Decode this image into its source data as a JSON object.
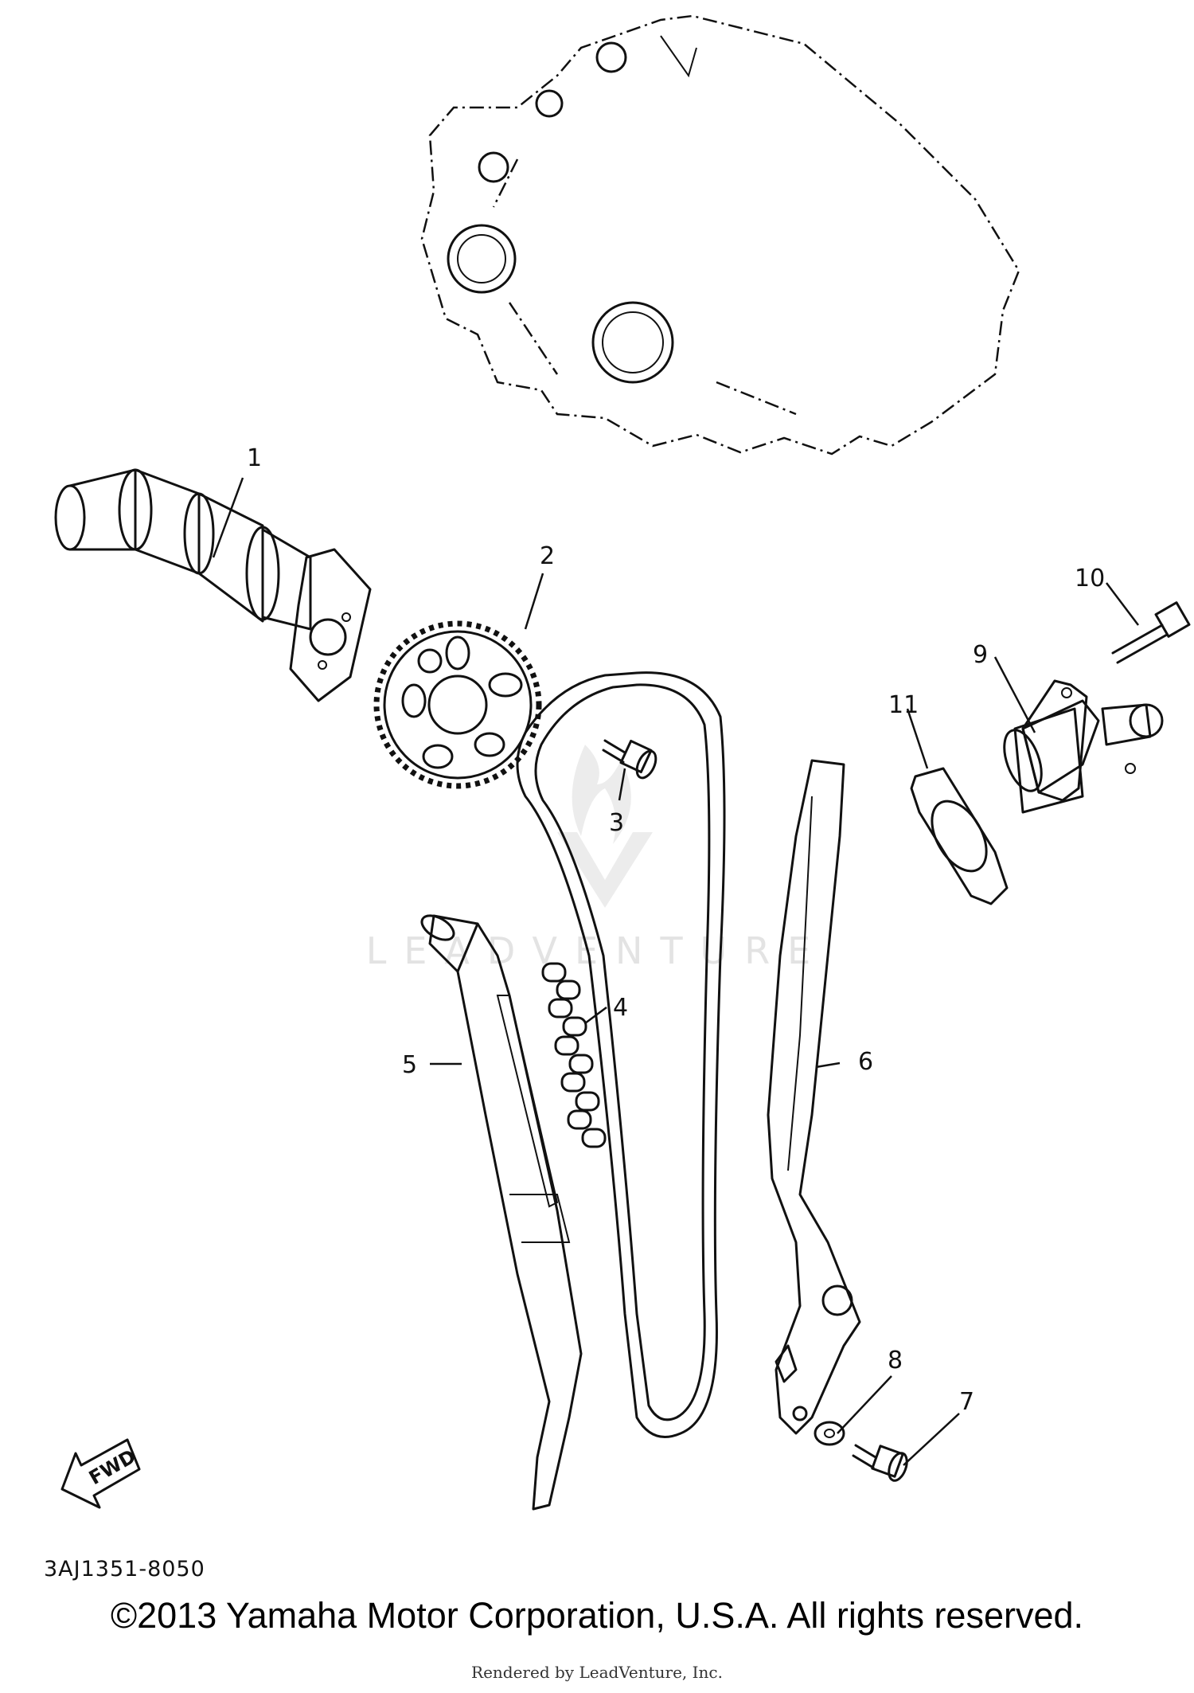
{
  "callouts": [
    "1",
    "2",
    "3",
    "4",
    "5",
    "6",
    "7",
    "8",
    "9",
    "10",
    "11"
  ],
  "fwd_label": "FWD",
  "watermark": "LEADVENTURE",
  "part_code": "3AJ1351-8050",
  "copyright": "©2013 Yamaha Motor Corporation, U.S.A. All rights reserved.",
  "rendered_by": "Rendered by LeadVenture, Inc.",
  "colors": {
    "ink": "#111111",
    "background": "#ffffff",
    "watermark": "#e3e3e3"
  }
}
